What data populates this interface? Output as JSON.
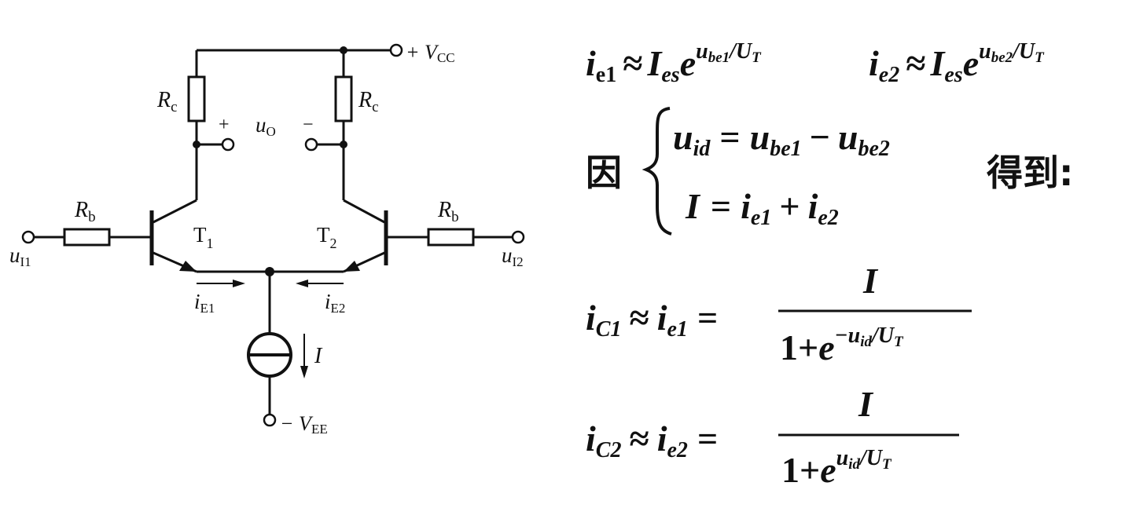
{
  "circuit": {
    "vcc_label": "+ V",
    "vcc_sub": "CC",
    "vee_label": "− V",
    "vee_sub": "EE",
    "rc_left": "R",
    "rc_left_sub": "c",
    "rc_right": "R",
    "rc_right_sub": "c",
    "rb_left": "R",
    "rb_left_sub": "b",
    "rb_right": "R",
    "rb_right_sub": "b",
    "out_plus": "+",
    "out_minus": "−",
    "uo": "u",
    "uo_sub": "O",
    "t1": "T",
    "t1_sub": "1",
    "t2": "T",
    "t2_sub": "2",
    "ui1": "u",
    "ui1_sub": "I1",
    "ui2": "u",
    "ui2_sub": "I2",
    "ie1": "i",
    "ie1_sub": "E1",
    "ie2": "i",
    "ie2_sub": "E2",
    "current": "I"
  },
  "equations": {
    "e1_lhs": "i",
    "e1_lhs_sub": "e1",
    "approx": "≈",
    "ies": "I",
    "ies_sub": "es",
    "e": "e",
    "e1_exp": "u",
    "e1_exp_sub": "be1",
    "exp_ut": "/U",
    "exp_ut_sub": "T",
    "e2_lhs": "i",
    "e2_lhs_sub": "e2",
    "e2_exp": "u",
    "e2_exp_sub": "be2",
    "yin": "因",
    "deduce": "得到:",
    "uid": "u",
    "uid_sub": "id",
    "equals": "=",
    "ube1": "u",
    "ube1_sub": "be1",
    "minus": "−",
    "ube2": "u",
    "ube2_sub": "be2",
    "I": "I",
    "ie1": "i",
    "ie1_sub": "e1",
    "plus": "+",
    "ie2": "i",
    "ie2_sub": "e2",
    "ic1": "i",
    "ic1_sub": "C1",
    "ic2": "i",
    "ic2_sub": "C2",
    "one": "1",
    "neg_exp": "−u",
    "pos_exp": "u",
    "exp_id_sub": "id"
  }
}
